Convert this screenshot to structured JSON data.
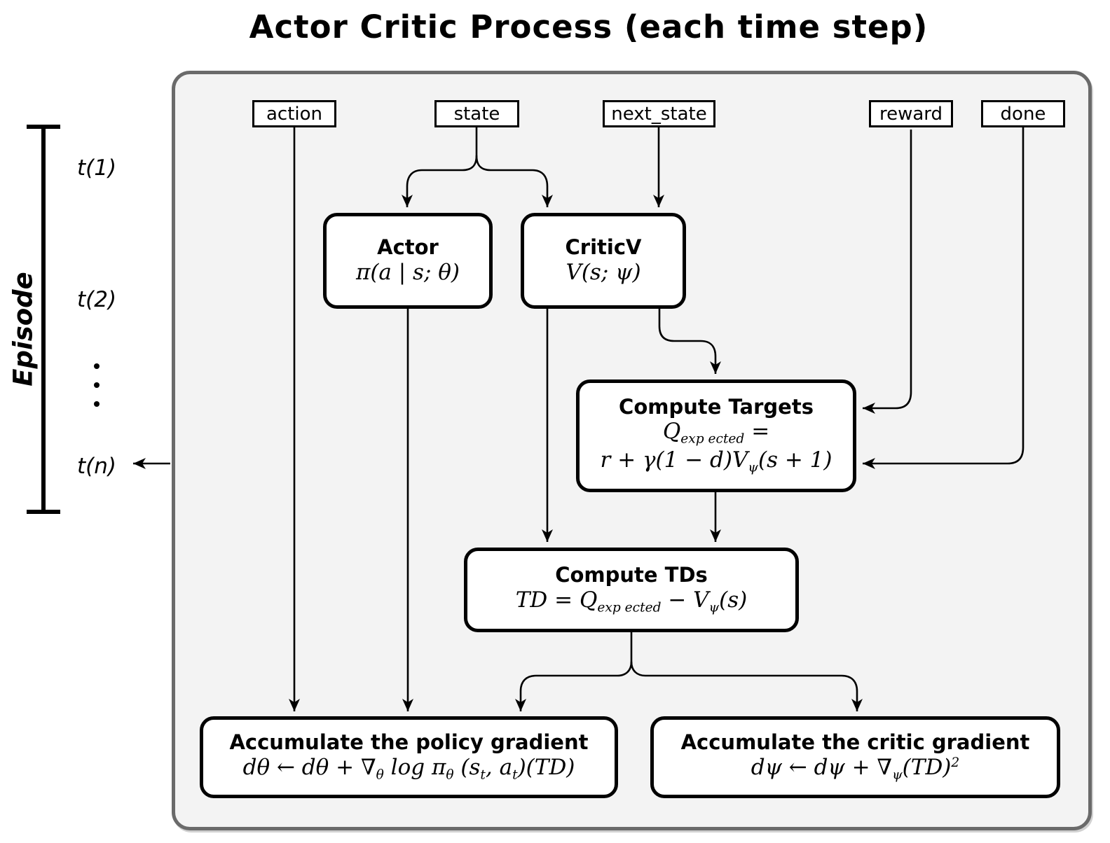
{
  "title": "Actor Critic Process (each time step)",
  "episode": {
    "label": "Episode",
    "t1": "t(1)",
    "t2": "t(2)",
    "tn": "t(n)"
  },
  "inputs": {
    "action": "action",
    "state": "state",
    "next_state": "next_state",
    "reward": "reward",
    "done": "done"
  },
  "boxes": {
    "actor": {
      "title": "Actor",
      "formula": "π(a | s; θ)"
    },
    "criticv": {
      "title": "CriticV",
      "formula": "V(s; ψ)"
    },
    "targets": {
      "title": "Compute Targets",
      "f1a": "Q",
      "f1sub": "exp ected",
      "f1b": " =",
      "f2a": "r + γ(1 − d)V",
      "f2sub": "ψ",
      "f2b": "(s + 1)"
    },
    "tds": {
      "title": "Compute TDs",
      "f1a": "TD = Q",
      "f1sub": "exp ected",
      "f1b": " − V",
      "f2sub": "ψ",
      "f1c": "(s)"
    },
    "policy": {
      "title": "Accumulate the policy gradient",
      "fa": "dθ ← dθ + ∇",
      "fsub1": "θ",
      "fb": " log π",
      "fsub2": "θ",
      "fc": " (s",
      "fsub3": "t",
      "fd": ", a",
      "fsub4": "t",
      "fe": ")(TD)"
    },
    "critic": {
      "title": "Accumulate the critic gradient",
      "fa": "dψ ← dψ + ∇",
      "fsub1": "ψ",
      "fb": "(TD)",
      "fsup": "2"
    }
  },
  "colors": {
    "panel_fill": "#f3f3f3",
    "panel_border": "#6a6a6a",
    "box_fill": "#ffffff",
    "box_border": "#000000",
    "line": "#000000",
    "text": "#000000"
  }
}
